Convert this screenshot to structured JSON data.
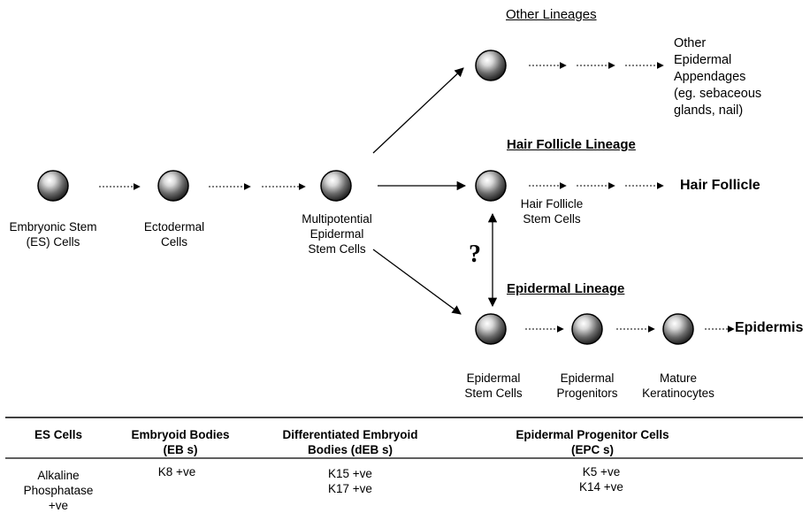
{
  "cells": {
    "es": [
      "Embryonic Stem",
      "(ES) Cells"
    ],
    "ectodermal": [
      "Ectodermal",
      "Cells"
    ],
    "multipotential": [
      "Multipotential",
      "Epidermal",
      "Stem Cells"
    ],
    "hair_follicle_stem": [
      "Hair Follicle",
      "Stem Cells"
    ],
    "epidermal_stem": [
      "Epidermal",
      "Stem Cells"
    ],
    "epidermal_progenitors": [
      "Epidermal",
      "Progenitors"
    ],
    "mature_keratinocytes": [
      "Mature",
      "Keratinocytes"
    ]
  },
  "lineages": {
    "other": "Other Lineages",
    "hair_follicle": "Hair Follicle Lineage",
    "epidermal": "Epidermal Lineage"
  },
  "endpoints": {
    "other": [
      "Other",
      "Epidermal",
      "Appendages",
      "(eg. sebaceous",
      "glands, nail)"
    ],
    "hair_follicle": "Hair Follicle",
    "epidermis": "Epidermis"
  },
  "question_mark": "?",
  "table": {
    "headers": [
      [
        "ES Cells"
      ],
      [
        "Embryoid Bodies",
        "(EB s)"
      ],
      [
        "Differentiated Embryoid",
        "Bodies (dEB s)"
      ],
      [
        "Epidermal Progenitor Cells",
        "(EPC s)"
      ]
    ],
    "markers": [
      [
        "Alkaline",
        "Phosphatase",
        "+ve"
      ],
      [
        "K8 +ve"
      ],
      [
        "K15 +ve",
        "K17 +ve"
      ],
      [
        "K5 +ve",
        "K14 +ve"
      ]
    ]
  }
}
